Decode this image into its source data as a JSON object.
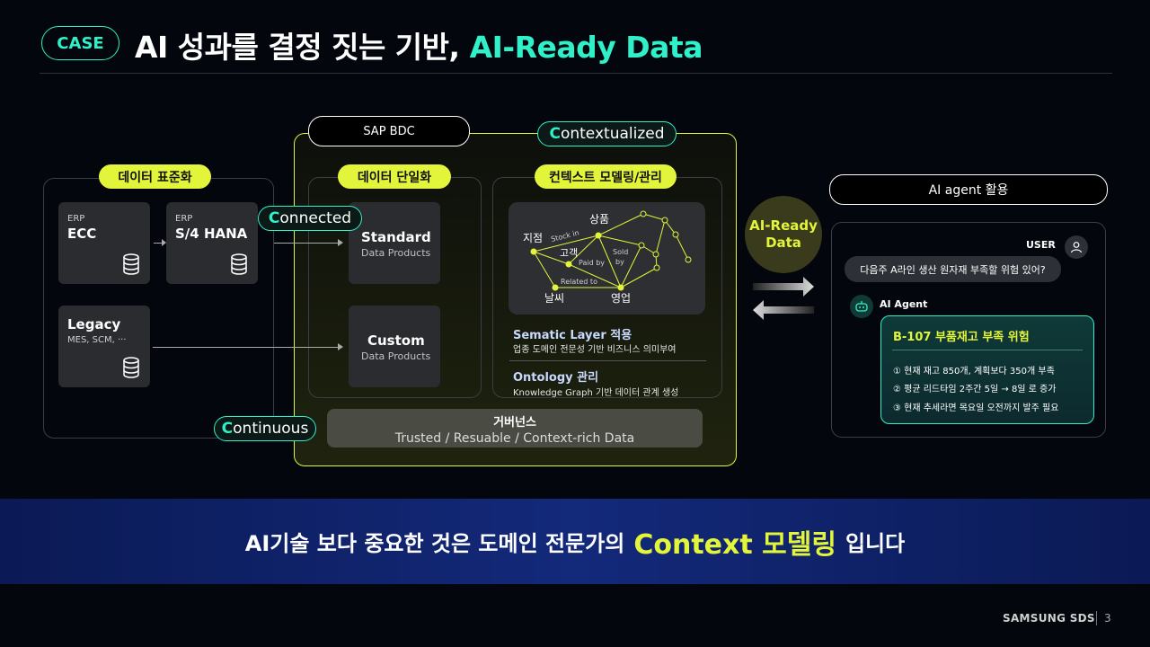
{
  "header": {
    "badge": "CASE",
    "title_main": "AI 성과를 결정 짓는 기반,",
    "title_accent": "AI-Ready Data"
  },
  "left_panel": {
    "tag": "데이터 표준화",
    "erp_ecc": {
      "small": "ERP",
      "name": "ECC"
    },
    "erp_s4": {
      "small": "ERP",
      "name": "S/4 HANA"
    },
    "legacy": {
      "name": "Legacy",
      "sub": "MES, SCM, ···"
    }
  },
  "sap_bdc": {
    "label": "SAP BDC",
    "contextualized": {
      "first": "C",
      "rest": "ontextualized"
    },
    "connected": {
      "first": "C",
      "rest": "onnected"
    },
    "continuous": {
      "first": "C",
      "rest": "ontinuous"
    }
  },
  "middle_panel": {
    "tag": "데이터 단일화",
    "standard": {
      "name": "Standard",
      "sub": "Data Products"
    },
    "custom": {
      "name": "Custom",
      "sub": "Data Products"
    }
  },
  "context_panel": {
    "tag": "컨텍스트 모델링/관리",
    "graph": {
      "nodes": {
        "jijeom": "지점",
        "sangpum": "상품",
        "gogaek": "고객",
        "nalssi": "날씨",
        "yeongeop": "영업"
      },
      "edges": {
        "stock_in": "Stock in",
        "paid_by": "Paid by",
        "sold": "Sold",
        "by": "by",
        "related_to": "Related to"
      }
    },
    "semantic_title": "Sematic Layer 적용",
    "semantic_desc": "업종 도메인 전문성 기반 비즈니스 의미부여",
    "ontology_title": "Ontology 관리",
    "ontology_desc": "Knowledge Graph 기반 데이터 관계 생성"
  },
  "governance": {
    "title": "거버넌스",
    "desc": "Trusted / Resuable / Context-rich Data"
  },
  "ai_ready": {
    "line1": "AI-Ready",
    "line2": "Data"
  },
  "agent_panel": {
    "header": "AI agent 활용",
    "user_label": "USER",
    "user_question": "다음주 A라인 생산 원자재 부족할 위험 있어?",
    "agent_label": "AI Agent",
    "alert_title": "B-107 부품재고 부족 위험",
    "items": [
      "① 현재 재고 850개, 계획보다 350개 부족",
      "② 평균 리드타임 2주간 5일 → 8일 로 증가",
      "③ 현재 추세라면 목요일 오전까지 발주 필요"
    ]
  },
  "banner": {
    "before": "AI기술 보다 중요한 것은 도메인 전문가의",
    "highlight": "Context 모델링",
    "after": "입니다"
  },
  "footer": {
    "brand": "SAMSUNG SDS",
    "page": "3"
  },
  "colors": {
    "accent_teal": "#2ff0c8",
    "accent_yellow": "#e3f53a",
    "banner_blue": "#13297a"
  }
}
